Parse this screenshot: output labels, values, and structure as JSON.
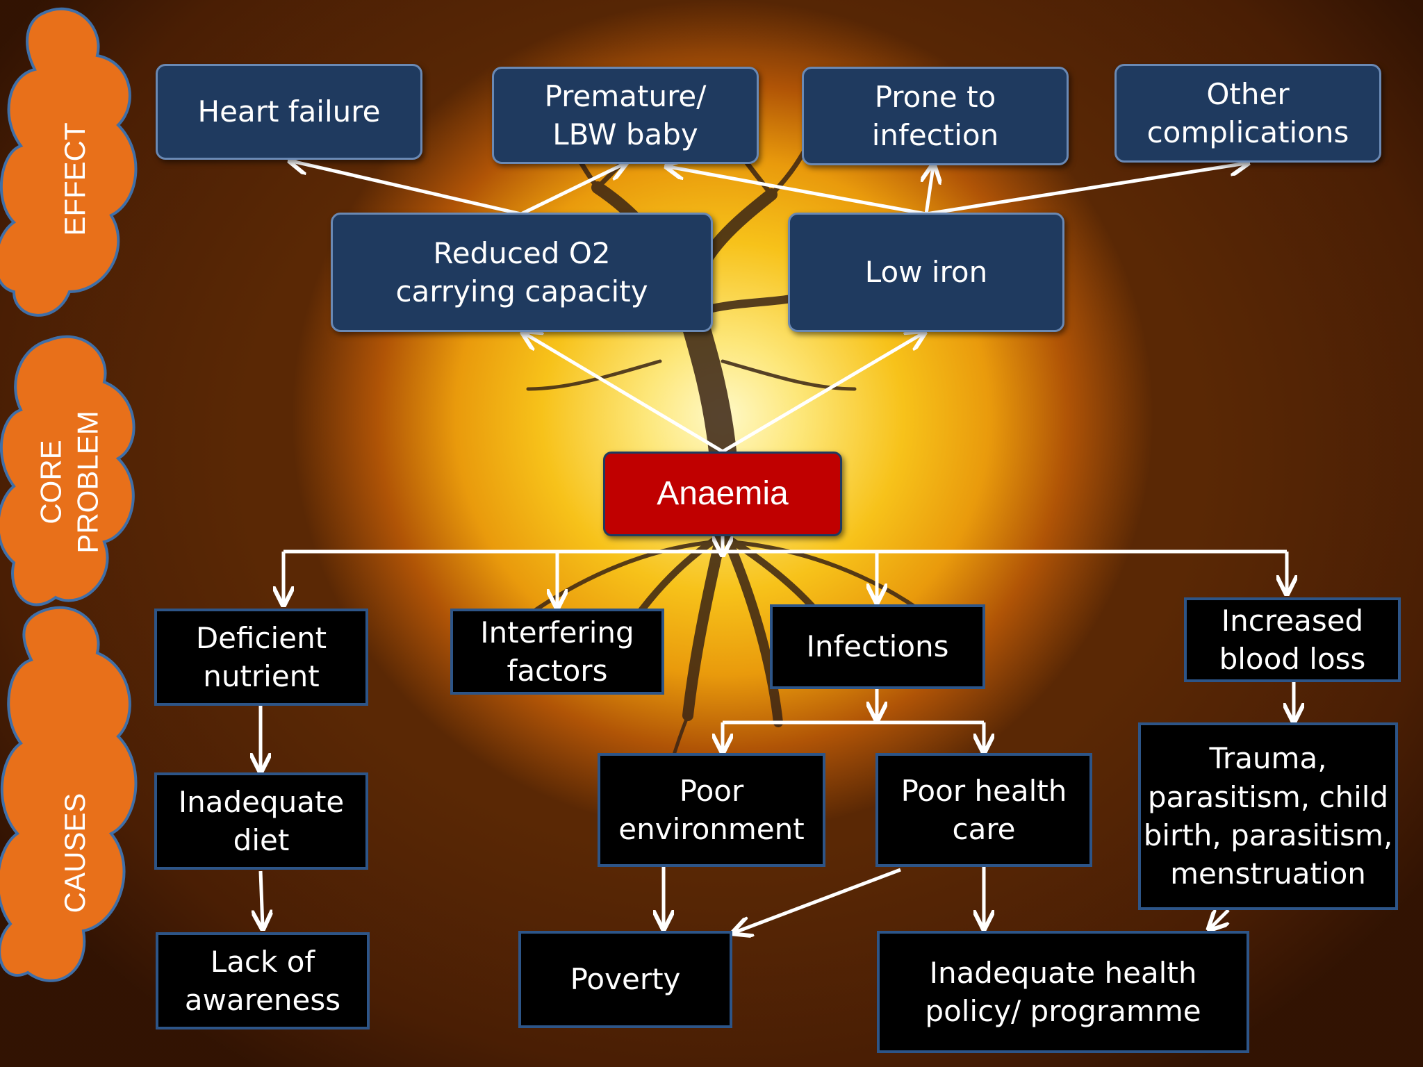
{
  "side_labels": {
    "effect": "EFFECT",
    "core": "CORE\nPROBLEM",
    "causes": "CAUSES"
  },
  "effects": {
    "heart_failure": "Heart failure",
    "premature_lbw": "Premature/\nLBW baby",
    "prone_infection": "Prone to\ninfection",
    "other_complications": "Other\ncomplications",
    "reduced_o2": "Reduced O2\ncarrying capacity",
    "low_iron": "Low iron"
  },
  "core_problem": "Anaemia",
  "causes": {
    "deficient_nutrient": "Deficient\nnutrient",
    "interfering_factors": "Interfering\nfactors",
    "infections": "Infections",
    "increased_blood_loss": "Increased\nblood loss",
    "inadequate_diet": "Inadequate\ndiet",
    "poor_environment": "Poor\nenvironment",
    "poor_health_care": "Poor health\ncare",
    "trauma": "Trauma,\nparasitism, child\nbirth, parasitism,\nmenstruation",
    "lack_awareness": "Lack of\nawareness",
    "poverty": "Poverty",
    "inadequate_policy": "Inadequate health\npolicy/ programme"
  },
  "colors": {
    "effect_box": "#1f3a5f",
    "core_box": "#c00000",
    "cause_box": "#000000",
    "box_border": "#2d5588",
    "cloud": "#e8701a",
    "arrow": "#ffffff"
  }
}
